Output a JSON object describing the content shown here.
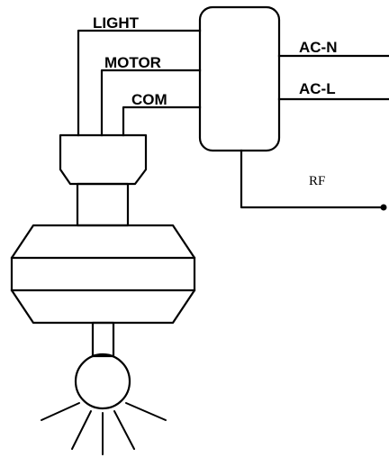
{
  "labels": {
    "light": "LIGHT",
    "motor": "MOTOR",
    "com": "COM",
    "ac_n": "AC-N",
    "ac_l": "AC-L",
    "rf": "RF"
  },
  "colors": {
    "line": "#000000",
    "background": "#ffffff"
  }
}
